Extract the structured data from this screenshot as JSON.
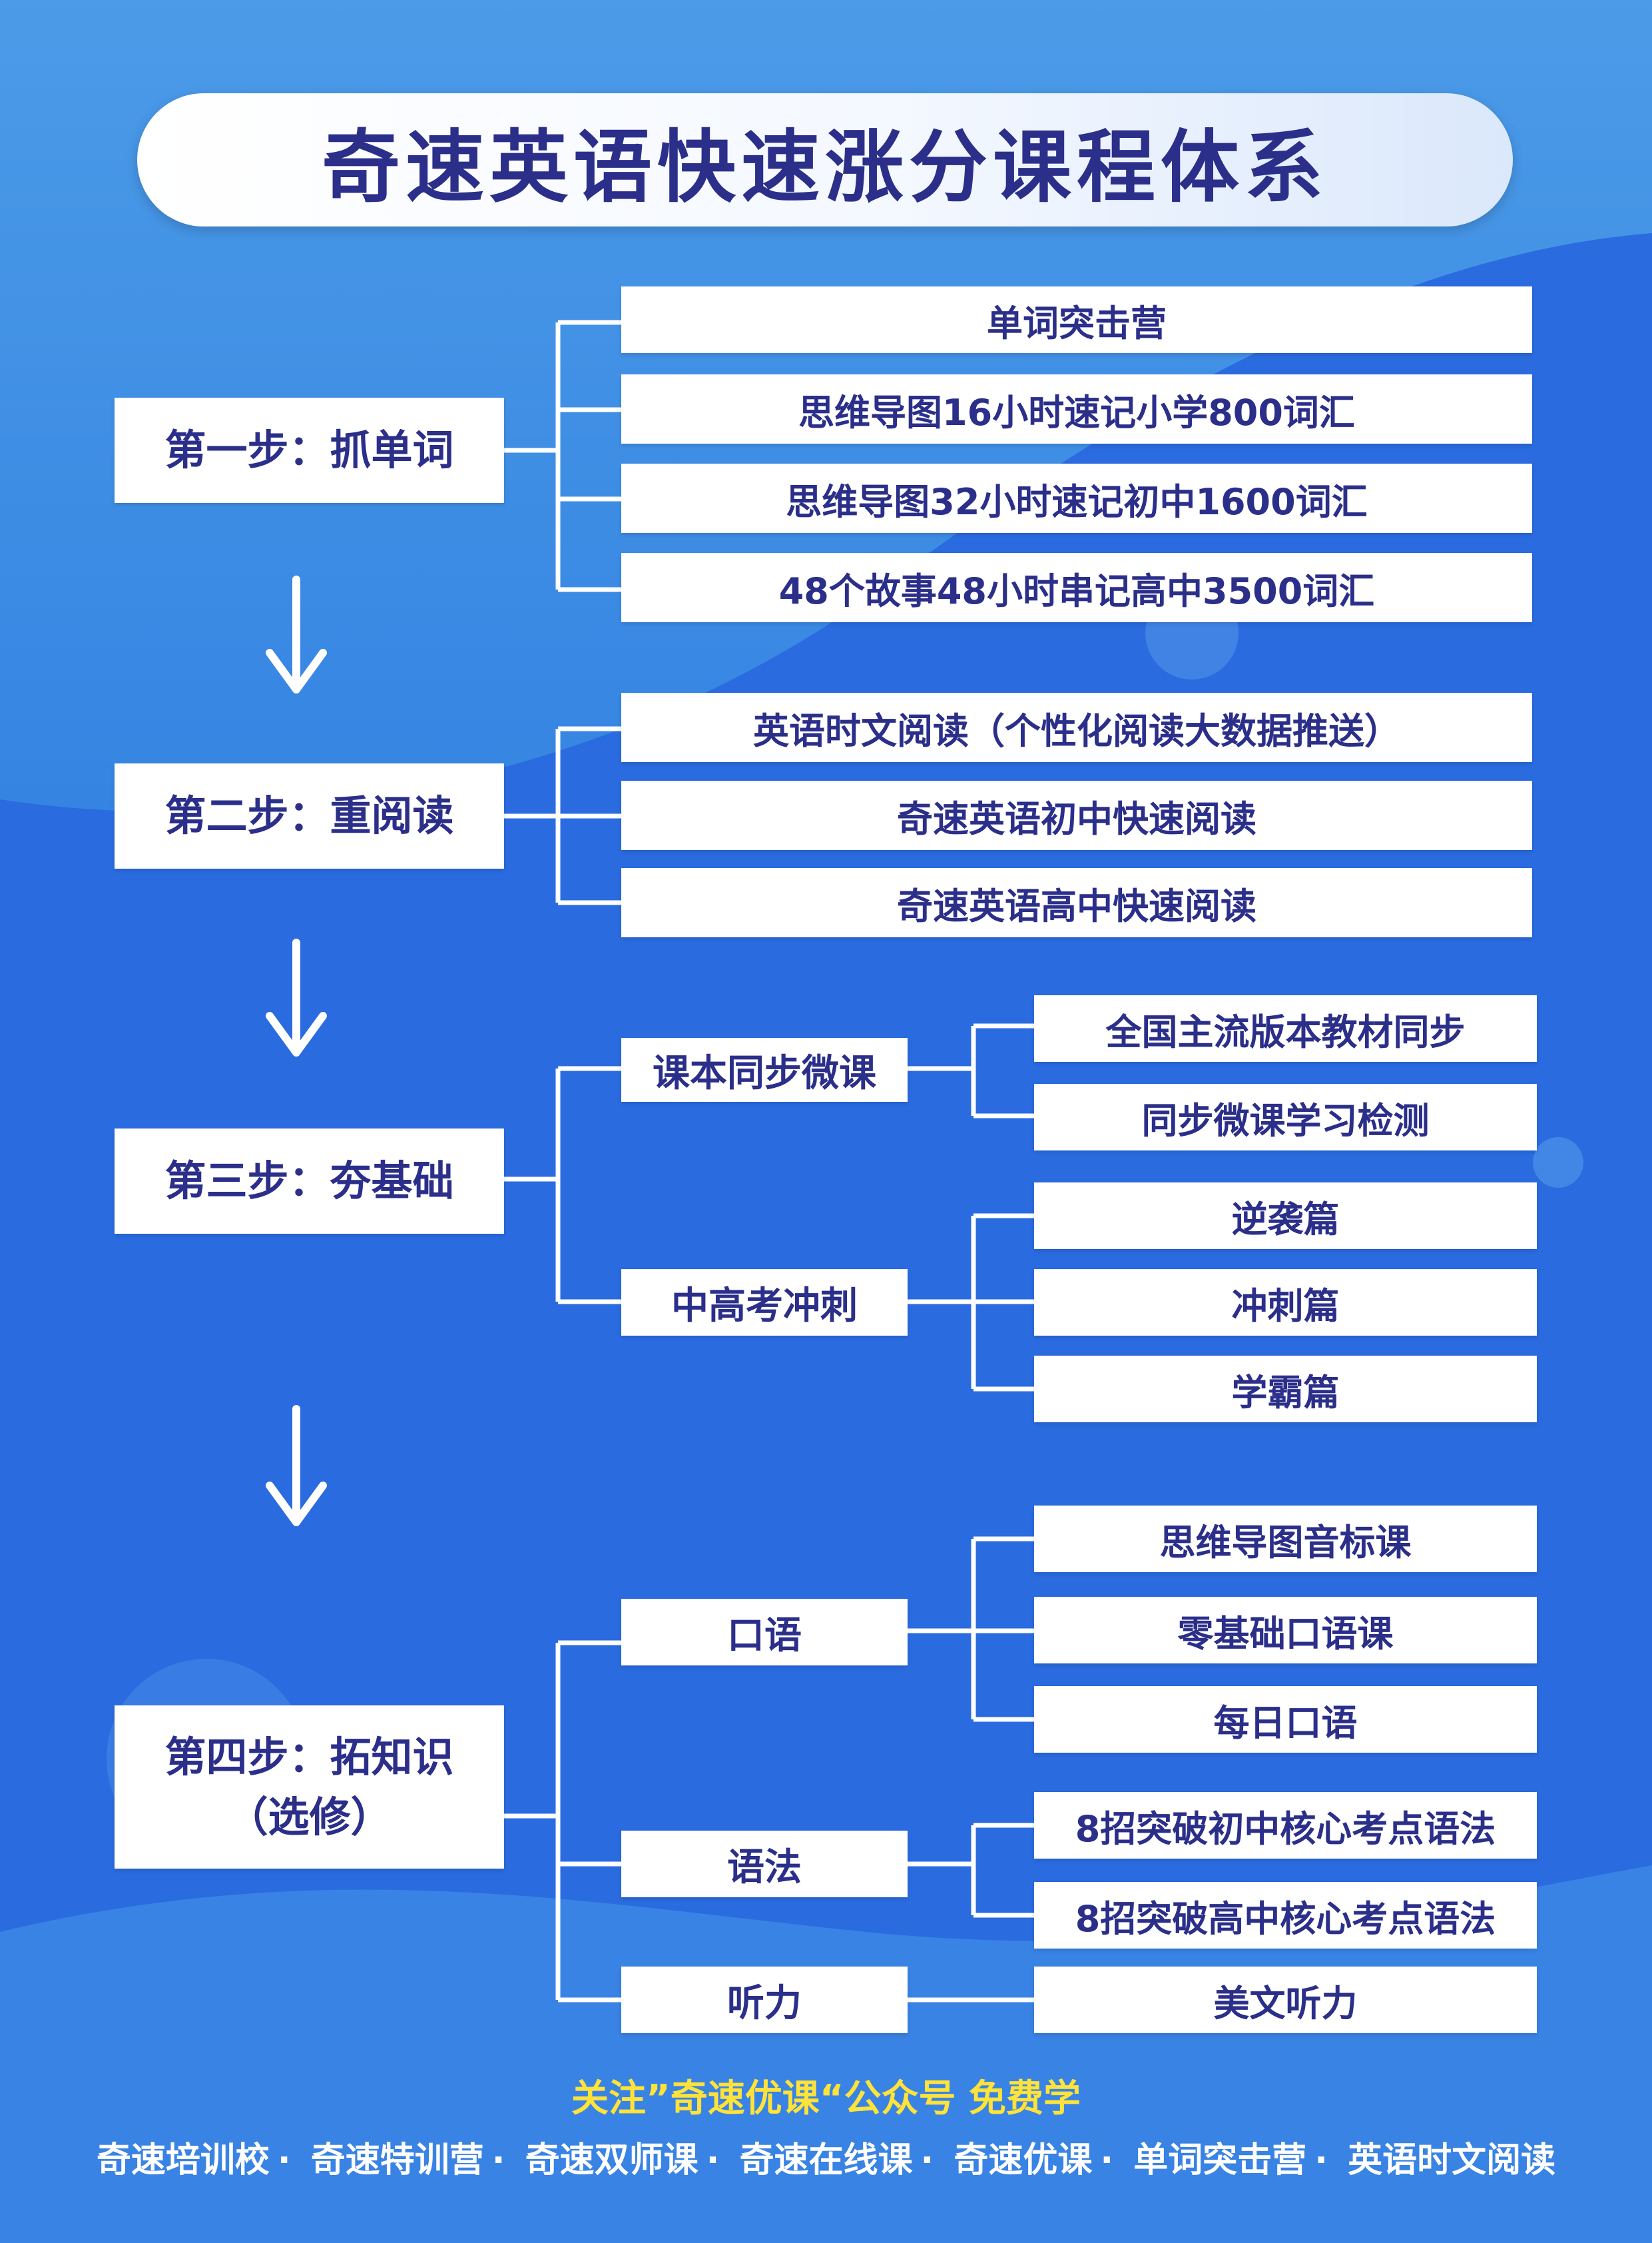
{
  "title": "奇速英语快速涨分课程体系",
  "steps": [
    {
      "label_line1": "第一步：抓单词",
      "items": [
        "单词突击营",
        "思维导图16小时速记小学800词汇",
        "思维导图32小时速记初中1600词汇",
        "48个故事48小时串记高中3500词汇"
      ]
    },
    {
      "label_line1": "第二步：重阅读",
      "items": [
        "英语时文阅读（个性化阅读大数据推送）",
        "奇速英语初中快速阅读",
        "奇速英语高中快速阅读"
      ]
    },
    {
      "label_line1": "第三步：夯基础",
      "groups": [
        {
          "label": "课本同步微课",
          "items": [
            "全国主流版本教材同步",
            "同步微课学习检测"
          ]
        },
        {
          "label": "中高考冲刺",
          "items": [
            "逆袭篇",
            "冲刺篇",
            "学霸篇"
          ]
        }
      ]
    },
    {
      "label_line1": "第四步：拓知识",
      "label_line2": "（选修）",
      "groups": [
        {
          "label": "口语",
          "items": [
            "思维导图音标课",
            "零基础口语课",
            "每日口语"
          ]
        },
        {
          "label": "语法",
          "items": [
            "8招突破初中核心考点语法",
            "8招突破高中核心考点语法"
          ]
        },
        {
          "label": "听力",
          "items": [
            "美文听力"
          ]
        }
      ]
    }
  ],
  "footer": {
    "cta": "关注”奇速优课“公众号 免费学",
    "brands": [
      "奇速培训校",
      "奇速特训营",
      "奇速双师课",
      "奇速在线课",
      "奇速优课",
      "单词突击营",
      "英语时文阅读"
    ],
    "separator": "·"
  },
  "colors": {
    "bg_top": "#3d8ee3",
    "bg_main": "#2a6fe0",
    "text": "#2b2f8a",
    "footer_cta": "#ffe23a"
  }
}
